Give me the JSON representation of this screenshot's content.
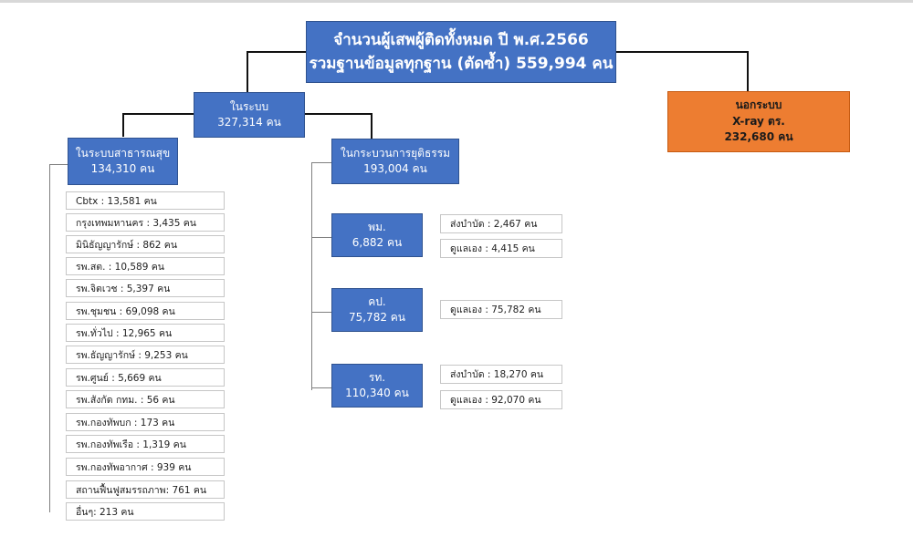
{
  "root": {
    "line1": "จำนวนผู้เสพผู้ติดทั้งหมด ปี พ.ศ.2566",
    "line2": "รวมฐานข้อมูลทุกฐาน (ตัดซ้ำ) 559,994 คน"
  },
  "in_system": {
    "label": "ในระบบ",
    "count": "327,314 คน"
  },
  "out_system": {
    "label": "นอกระบบ",
    "sub": "X-ray ตร.",
    "count": "232,680 คน"
  },
  "health": {
    "label": "ในระบบสาธารณสุข",
    "count": "134,310 คน",
    "items": [
      "Cbtx : 13,581 คน",
      "กรุงเทพมหานคร : 3,435 คน",
      "มินิธัญญารักษ์ : 862 คน",
      "รพ.สต. : 10,589 คน",
      "รพ.จิตเวช : 5,397 คน",
      "รพ.ชุมชน : 69,098 คน",
      "รพ.ทั่วไป : 12,965 คน",
      "รพ.ธัญญารักษ์ : 9,253 คน",
      "รพ.ศูนย์ : 5,669 คน",
      "รพ.สังกัด กทม. : 56 คน",
      "รพ.กองทัพบก : 173 คน",
      "รพ.กองทัพเรือ : 1,319 คน",
      "รพ.กองทัพอากาศ : 939 คน",
      "สถานฟื้นฟูสมรรถภาพ: 761 คน",
      "อื่นๆ: 213 คน"
    ]
  },
  "justice": {
    "label": "ในกระบวนการยุติธรรม",
    "count": "193,004 คน",
    "groups": [
      {
        "label": "พม.",
        "count": "6,882 คน",
        "items": [
          "ส่งบำบัด : 2,467 คน",
          "ดูแลเอง : 4,415 คน"
        ]
      },
      {
        "label": "คป.",
        "count": "75,782 คน",
        "items": [
          "ดูแลเอง : 75,782 คน"
        ]
      },
      {
        "label": "รท.",
        "count": "110,340 คน",
        "items": [
          "ส่งบำบัด : 18,270 คน",
          "ดูแลเอง : 92,070 คน"
        ]
      }
    ]
  },
  "colors": {
    "blue_box": "#4472c4",
    "orange_box": "#ed7d31",
    "connector": "#111111"
  }
}
